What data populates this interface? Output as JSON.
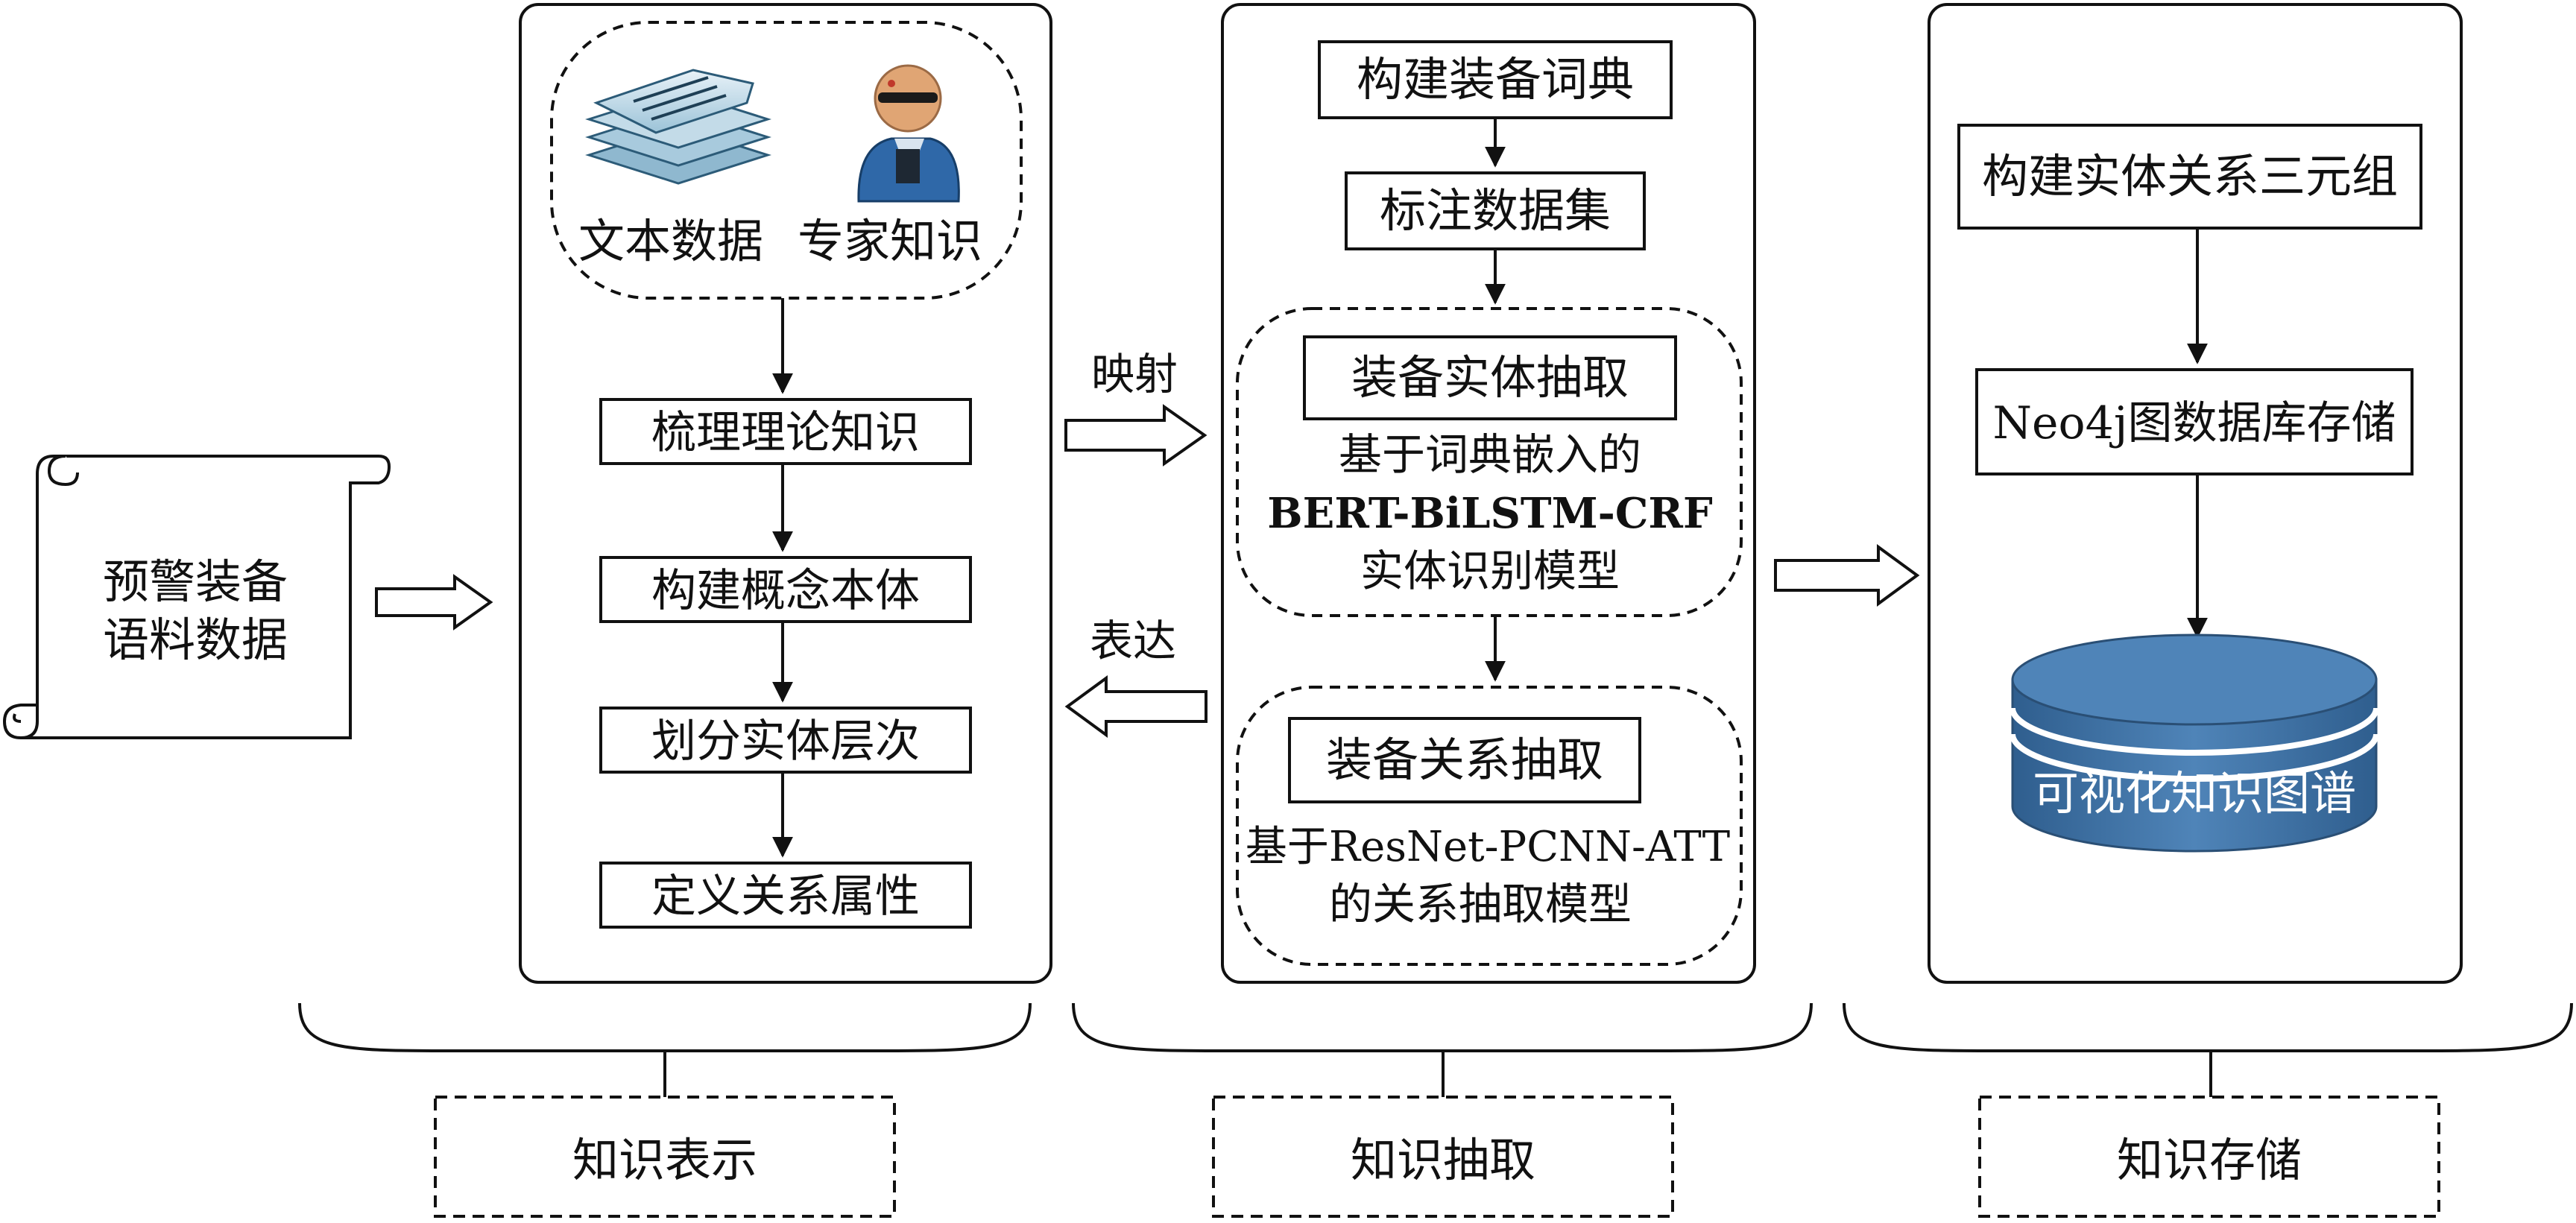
{
  "source": {
    "label_line1": "预警装备",
    "label_line2": "语料数据"
  },
  "panel_representation": {
    "inputs": {
      "text_data": "文本数据",
      "expert_knowledge": "专家知识"
    },
    "steps": [
      "梳理理论知识",
      "构建概念本体",
      "划分实体层次",
      "定义关系属性"
    ],
    "stage_label": "知识表示"
  },
  "arrow_labels": {
    "mapping": "映射",
    "expression": "表达"
  },
  "panel_extraction": {
    "steps": [
      "构建装备词典",
      "标注数据集"
    ],
    "entity_group": {
      "title": "装备实体抽取",
      "desc_line1": "基于词典嵌入的",
      "desc_line2": "BERT-BiLSTM-CRF",
      "desc_line3": "实体识别模型"
    },
    "relation_group": {
      "title": "装备关系抽取",
      "desc_line1": "基于ResNet-PCNN-ATT",
      "desc_line2": "的关系抽取模型"
    },
    "stage_label": "知识抽取"
  },
  "panel_storage": {
    "steps": [
      "构建实体关系三元组",
      "Neo4j图数据库存储"
    ],
    "database_label": "可视化知识图谱",
    "stage_label": "知识存储"
  },
  "icons": {
    "documents": "document-stack-icon",
    "expert": "expert-person-icon",
    "database": "database-cylinder-icon",
    "scroll": "scroll-icon"
  },
  "colors": {
    "line": "#111111",
    "doc_fill": "#8fb8cf",
    "database_fill": "#3f6e9e",
    "expert_blue": "#2f68a8"
  }
}
